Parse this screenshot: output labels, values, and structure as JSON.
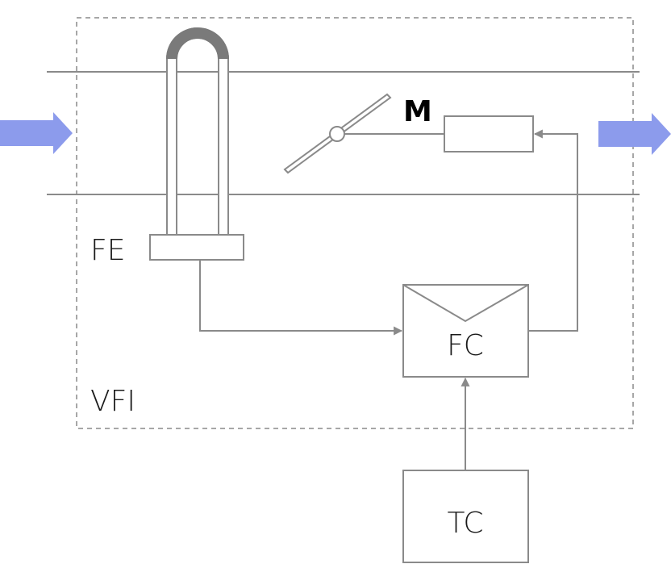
{
  "diagram": {
    "labels": {
      "motor": "M",
      "flow_element": "FE",
      "flow_controller": "FC",
      "temperature_controller": "TC",
      "enclosure": "VFI"
    }
  },
  "colors": {
    "line": "#8a8a8a",
    "u_tube_cap": "#7a7a7a",
    "flow_arrow": "#8c9bec",
    "dashed_border": "#8a8a8a"
  }
}
